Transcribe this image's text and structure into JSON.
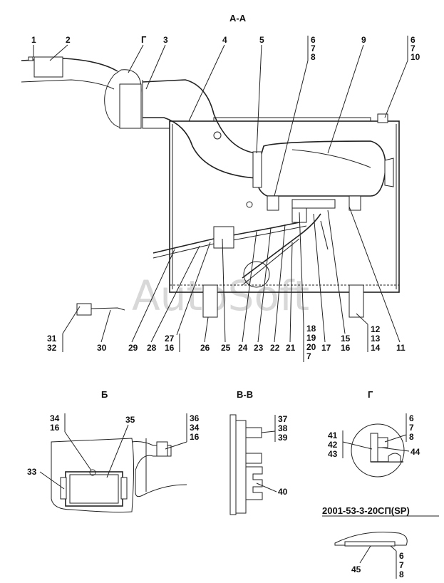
{
  "views": {
    "section_aa": "А-А",
    "view_b": "Б",
    "section_vv": "В-В",
    "detail_g_top": "Г",
    "detail_g": "Г"
  },
  "drawing_code": "2001-53-3-20СП(SP)",
  "watermark": "AutoSoft",
  "top_labels": [
    "1",
    "2",
    "3",
    "4",
    "5",
    "9"
  ],
  "top_stacks": [
    [
      "6",
      "7",
      "8"
    ],
    [
      "6",
      "7",
      "10"
    ]
  ],
  "bottom_labels": [
    "30",
    "29",
    "28",
    "26",
    "25",
    "24",
    "23",
    "22",
    "21",
    "17",
    "11"
  ],
  "bottom_stacks": [
    [
      "31",
      "32"
    ],
    [
      "27",
      "16"
    ],
    [
      "18",
      "19",
      "20",
      "7"
    ],
    [
      "15",
      "16"
    ],
    [
      "12",
      "13",
      "14"
    ]
  ],
  "view_b_labels": {
    "stack_left": [
      "34",
      "16"
    ],
    "stack_right": [
      "36",
      "34",
      "16"
    ],
    "n35": "35",
    "n33": "33"
  },
  "view_vv_labels": {
    "stack": [
      "37",
      "38",
      "39"
    ],
    "n40": "40"
  },
  "view_g_labels": {
    "stack_left": [
      "41",
      "42",
      "43"
    ],
    "stack_right": [
      "6",
      "7",
      "8"
    ],
    "n44": "44"
  },
  "bottom_detail_labels": {
    "n45": "45",
    "stack": [
      "6",
      "7",
      "8"
    ]
  }
}
